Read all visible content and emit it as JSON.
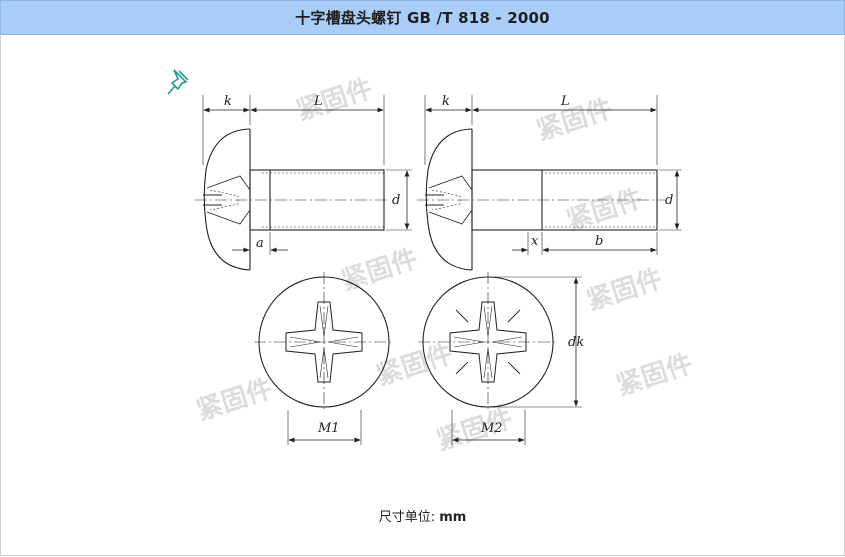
{
  "header": {
    "title": "十字槽盘头螺钉 GB /T 818 - 2000"
  },
  "icons": {
    "pin": "pushpin-icon",
    "pin_color": "#2a9a8c"
  },
  "watermark": {
    "text": "紧固件"
  },
  "drawing": {
    "labels": {
      "k_left": "k",
      "L_left": "L",
      "d_left": "d",
      "a": "a",
      "k_right": "k",
      "L_right": "L",
      "d_right": "d",
      "x": "x",
      "b": "b",
      "dk": "dk",
      "M1": "M1",
      "M2": "M2"
    }
  },
  "footer": {
    "unit_label": "尺寸单位: ",
    "unit_value": "mm"
  }
}
